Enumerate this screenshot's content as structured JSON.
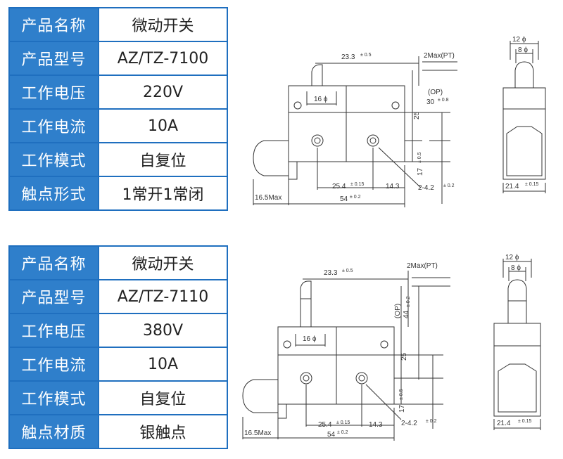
{
  "product_1": {
    "rows": [
      {
        "label": "产品名称",
        "value": "微动开关"
      },
      {
        "label": "产品型号",
        "value": "AZ/TZ-7100"
      },
      {
        "label": "工作电压",
        "value": "220V"
      },
      {
        "label": "工作电流",
        "value": "10A"
      },
      {
        "label": "工作模式",
        "value": "自复位"
      },
      {
        "label": "触点形式",
        "value": "1常开1常闭"
      }
    ],
    "dims": {
      "plunger_offset": "23.3",
      "plunger_offset_tol": "± 0.5",
      "pretravel": "2Max(PT)",
      "op_label": "(OP)",
      "op_value": "30",
      "op_tol": "± 0.8",
      "body_height": "25",
      "hole_dia": "16 ϕ",
      "hole_spacing": "25.4",
      "hole_spacing_tol": "± 0.15",
      "hole_edge": "14.3",
      "mount_holes": "2-4.2",
      "mount_holes_tol": "± 0.2",
      "hole_height": "17",
      "hole_height_tol": "± 0.5",
      "cap_max": "16.5Max",
      "width": "54",
      "width_tol": "± 0.2",
      "side_top": "12 ϕ",
      "side_inner": "8 ϕ",
      "side_width": "21.4",
      "side_width_tol": "± 0.15"
    }
  },
  "product_2": {
    "rows": [
      {
        "label": "产品名称",
        "value": "微动开关"
      },
      {
        "label": "产品型号",
        "value": "AZ/TZ-7110"
      },
      {
        "label": "工作电压",
        "value": "380V"
      },
      {
        "label": "工作电流",
        "value": "10A"
      },
      {
        "label": "工作模式",
        "value": "自复位"
      },
      {
        "label": "触点材质",
        "value": "银触点"
      }
    ],
    "dims": {
      "plunger_offset": "23.3",
      "plunger_offset_tol": "± 0.5",
      "pretravel": "2Max(PT)",
      "op_label": "(OP)",
      "op_value": "44",
      "op_tol": "± 0.2",
      "body_height": "25",
      "hole_dia": "16 ϕ",
      "hole_spacing": "25.4",
      "hole_spacing_tol": "± 0.15",
      "hole_edge": "14.3",
      "mount_holes": "2-4.2",
      "mount_holes_tol": "± 0.2",
      "hole_height": "17",
      "hole_height_tol": "± 0.5",
      "cap_max": "16.5Max",
      "width": "54",
      "width_tol": "± 0.2",
      "side_top": "12 ϕ",
      "side_inner": "8 ϕ",
      "side_width": "21.4",
      "side_width_tol": "± 0.15"
    }
  }
}
